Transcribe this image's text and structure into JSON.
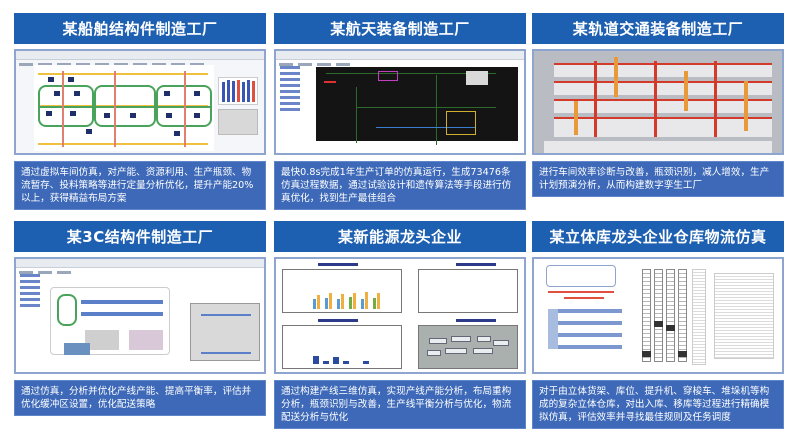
{
  "cards": [
    {
      "title": "某船舶结构件制造工厂",
      "description": "通过虚拟车间仿真，对产能、资源利用、生产瓶颈、物流暂存、投料策略等进行定量分析优化，提升产能20%以上，获得精益布局方案",
      "screenshot": "ship-structure-workshop-simulation"
    },
    {
      "title": "某航天装备制造工厂",
      "description": "最快0.8s完成1年生产订单的仿真运行，生成73476条仿真过程数据，通过试验设计和遗传算法等手段进行仿真优化，找到生产最佳组合",
      "screenshot": "aerospace-factory-layout-simulation"
    },
    {
      "title": "某轨道交通装备制造工厂",
      "description": "进行车间效率诊断与改善，瓶颈识别，减人增效，生产计划预演分析，从而构建数字孪生工厂",
      "screenshot": "rail-transit-3d-factory-model"
    },
    {
      "title": "某3C结构件制造工厂",
      "description": "通过仿真，分析并优化产线产能、提高平衡率，评估并优化缓冲区设置，优化配送策略",
      "screenshot": "3c-production-line-simulation"
    },
    {
      "title": "某新能源龙头企业",
      "description": "通过构建产线三维仿真，实现产线产能分析，布局重构分析，瓶颈识别与改善，生产线平衡分析与优化，物流配送分析与优化",
      "screenshot": "new-energy-line-dashboards"
    },
    {
      "title": "某立体库龙头企业仓库物流仿真",
      "description": "对于由立体货架、库位、提升机、穿梭车、堆垛机等构成的复杂立体仓库，对出入库、移库等过程进行精确模拟仿真，评估效率并寻找最佳规则及任务调度",
      "screenshot": "automated-warehouse-simulation"
    }
  ],
  "colors": {
    "title_bg": "#1d5fb0",
    "desc_bg": "#3d69b8",
    "frame_border": "#8ea6cf",
    "text": "#ffffff"
  }
}
